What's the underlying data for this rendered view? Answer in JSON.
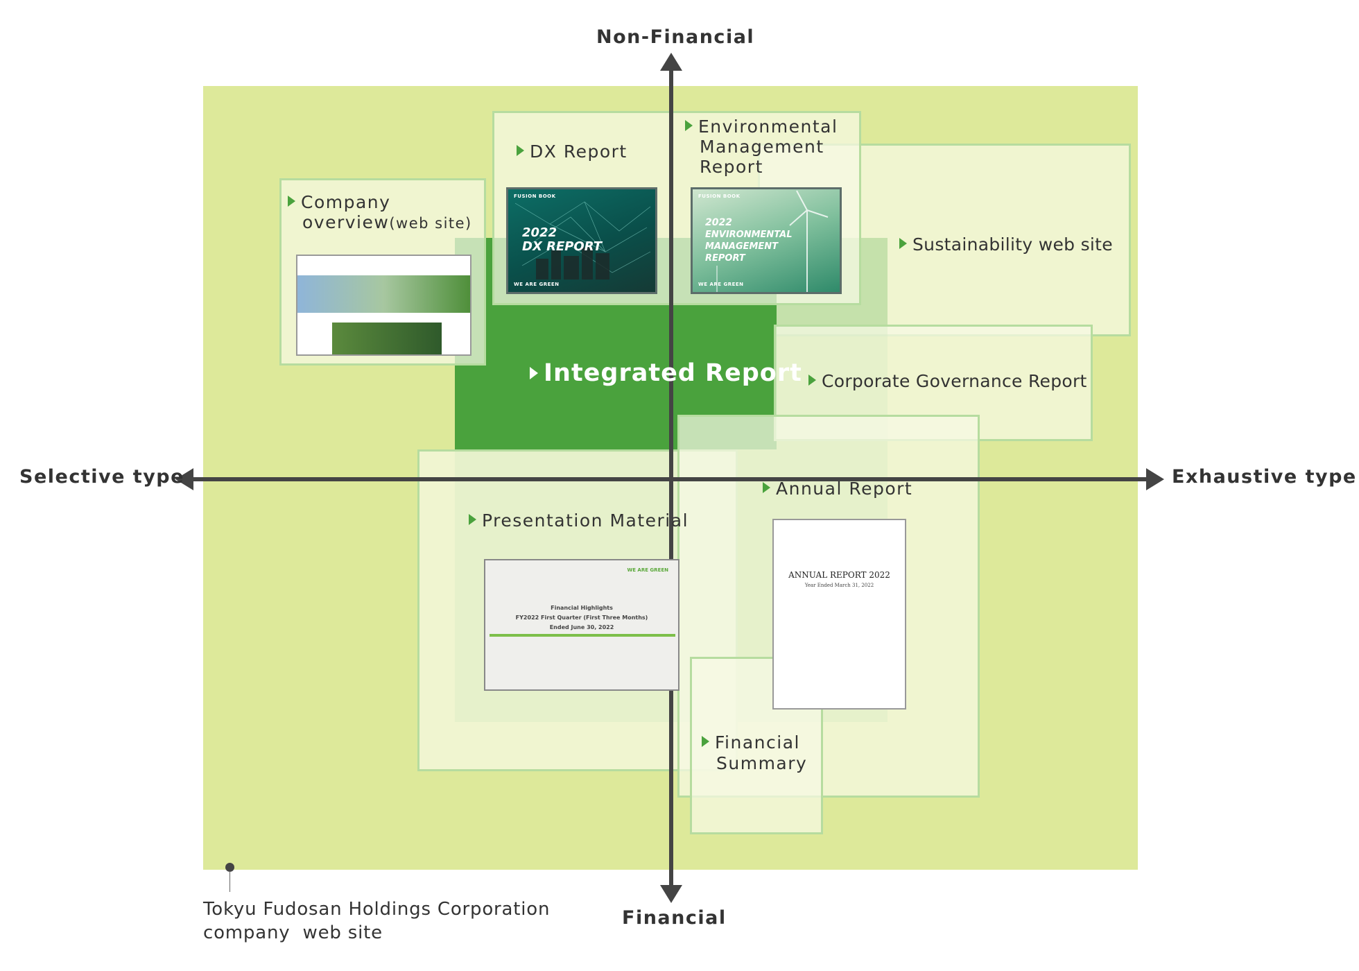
{
  "axes": {
    "top": "Non-Financial",
    "bottom": "Financial",
    "left": "Selective type",
    "right": "Exhaustive type"
  },
  "boxes": {
    "dx": "DX Report",
    "environmental": [
      "Environmental",
      "Management",
      "Report"
    ],
    "company": [
      "Company",
      "overview",
      "(web site)"
    ],
    "sustainability": "Sustainability web site",
    "integrated": "Integrated Report",
    "governance": "Corporate Governance Report",
    "annual": "Annual Report",
    "presentation": "Presentation Material",
    "financial_summary": [
      "Financial",
      "Summary"
    ]
  },
  "thumbnails": {
    "dx": {
      "brand": "FUSION BOOK",
      "year": "2022",
      "title": "DX REPORT",
      "footer": "WE ARE GREEN"
    },
    "environmental": {
      "brand": "FUSION BOOK",
      "year": "2022",
      "title": [
        "ENVIRONMENTAL",
        "MANAGEMENT",
        "REPORT"
      ],
      "footer": "WE ARE GREEN"
    },
    "presentation": {
      "header_right": "WE ARE GREEN",
      "lines": [
        "Financial Highlights",
        "FY2022 First Quarter (First Three Months)",
        "Ended June 30, 2022"
      ]
    },
    "annual": {
      "title": "ANNUAL REPORT 2022",
      "subtitle": "Year Ended March 31, 2022"
    }
  },
  "caption": [
    "Tokyu Fudosan Holdings Corporation",
    "company  web site"
  ],
  "colors": {
    "outer_background": "#dde99a",
    "integrated_core": "#4aa23d",
    "box_border": "#b6dc9f",
    "axis": "#444444",
    "triangle_marker": "#4aa23d"
  },
  "icons": [
    "triangle-bullet-icon",
    "arrow-up-icon",
    "arrow-down-icon",
    "arrow-left-icon",
    "arrow-right-icon"
  ]
}
